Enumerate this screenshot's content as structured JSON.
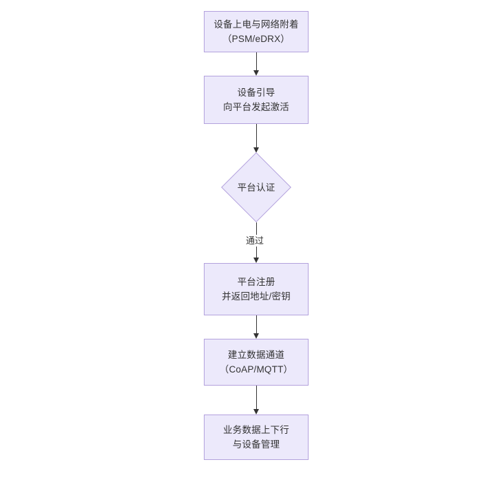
{
  "diagram": {
    "type": "flowchart",
    "orientation": "top-to-bottom",
    "background_color": "#ffffff",
    "node_fill_color": "#ece9fb",
    "node_border_color": "#b3a1dd",
    "connector_color": "#333333",
    "text_color": "#333333"
  },
  "nodes": [
    {
      "id": "device-power-on",
      "shape": "rectangle",
      "lines": [
        "设备上电与网络附着",
        "（PSM/eDRX）"
      ]
    },
    {
      "id": "device-bootstrap",
      "shape": "rectangle",
      "lines": [
        "设备引导",
        "向平台发起激活"
      ]
    },
    {
      "id": "platform-auth",
      "shape": "diamond",
      "lines": [
        "平台认证"
      ]
    },
    {
      "id": "platform-register",
      "shape": "rectangle",
      "lines": [
        "平台注册",
        "并返回地址/密钥"
      ]
    },
    {
      "id": "data-channel",
      "shape": "rectangle",
      "lines": [
        "建立数据通道",
        "（CoAP/MQTT）"
      ]
    },
    {
      "id": "business-data",
      "shape": "rectangle",
      "lines": [
        "业务数据上下行",
        "与设备管理"
      ]
    }
  ],
  "edges": [
    {
      "from": "device-power-on",
      "to": "device-bootstrap",
      "label": ""
    },
    {
      "from": "device-bootstrap",
      "to": "platform-auth",
      "label": ""
    },
    {
      "from": "platform-auth",
      "to": "platform-register",
      "label": "通过"
    },
    {
      "from": "platform-register",
      "to": "data-channel",
      "label": ""
    },
    {
      "from": "data-channel",
      "to": "business-data",
      "label": ""
    }
  ]
}
